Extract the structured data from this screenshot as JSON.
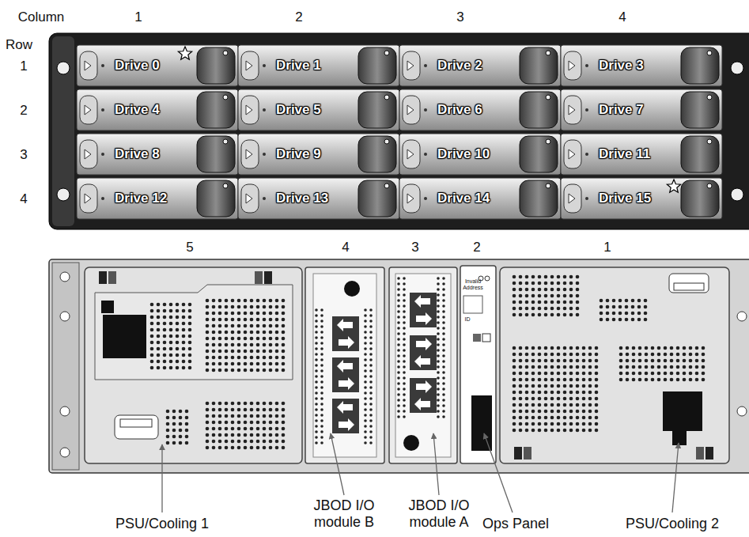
{
  "diagram": {
    "nodes": [
      {
        "text": [
          "Drive 0"
        ]
      },
      {
        "text": [
          "Drive 1"
        ]
      },
      {
        "text": [
          "Drive 2"
        ]
      },
      {
        "text": [
          "Drive 3"
        ]
      },
      {
        "text": [
          "Drive 4"
        ]
      },
      {
        "text": [
          "Drive 5"
        ]
      },
      {
        "text": [
          "Drive 6"
        ]
      },
      {
        "text": [
          "Drive 7"
        ]
      },
      {
        "text": [
          "Drive 8"
        ]
      },
      {
        "text": [
          "Drive 9"
        ]
      },
      {
        "text": [
          "Drive 10"
        ]
      },
      {
        "text": [
          "Drive 11"
        ]
      },
      {
        "text": [
          "Drive 12"
        ]
      },
      {
        "text": [
          "Drive 13"
        ]
      },
      {
        "text": [
          "Drive 14"
        ]
      },
      {
        "text": [
          "Drive 15"
        ]
      }
    ],
    "labels": [
      "Column",
      "1",
      "2",
      "3",
      "4",
      "Row",
      "1",
      "2",
      "3",
      "4",
      "5",
      "4",
      "3",
      "2",
      "1",
      "Invalid Address",
      "ID",
      "PSU/Cooling 1",
      "JBOD I/O module B",
      "JBOD I/O module A",
      "Ops Panel",
      "PSU/Cooling 2"
    ]
  }
}
